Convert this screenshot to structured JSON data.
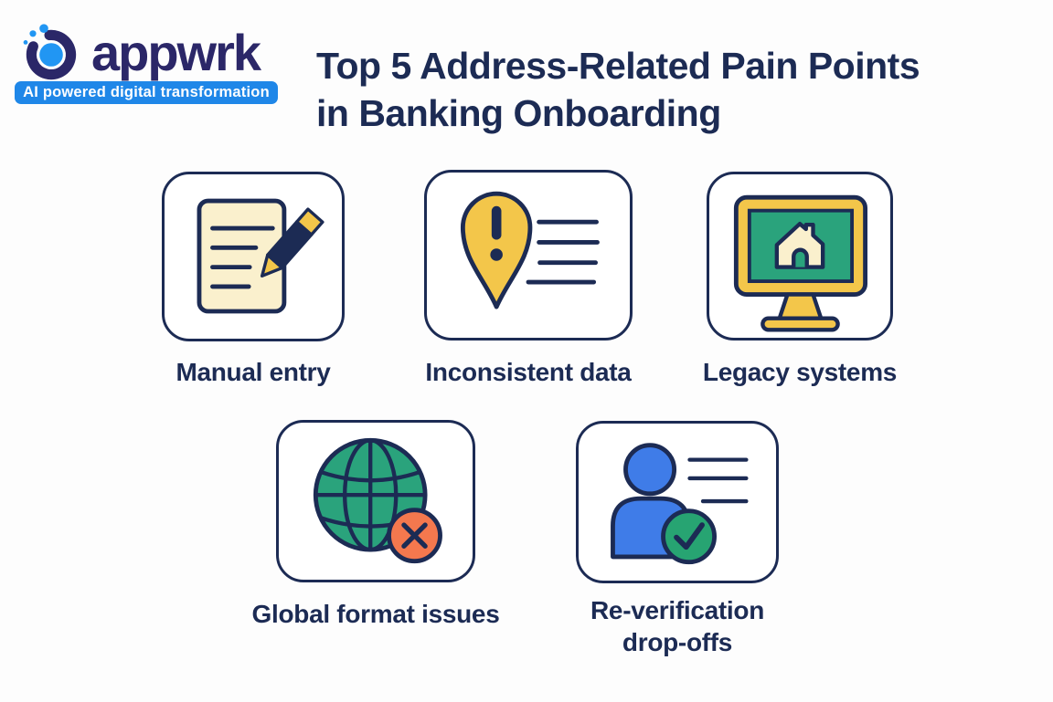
{
  "header": {
    "brand": "appwrk",
    "tagline": "AI powered digital transformation"
  },
  "title": {
    "line1": "Top 5 Address-Related Pain Points",
    "line2": "in Banking Onboarding"
  },
  "cards": [
    {
      "label": "Manual entry",
      "icon": "document-pencil-icon"
    },
    {
      "label": "Inconsistent data",
      "icon": "map-pin-alert-icon"
    },
    {
      "label": "Legacy systems",
      "icon": "monitor-house-icon"
    },
    {
      "label": "Global format issues",
      "icon": "globe-error-icon"
    },
    {
      "label": "Re-verification drop-offs",
      "icon": "user-verified-icon"
    }
  ],
  "colors": {
    "navy": "#1c2b54",
    "logo_navy": "#2b2768",
    "logo_blue": "#2196f3",
    "tagline_bg": "#1f87e8",
    "yellow": "#f3c64a",
    "cream": "#faf0cd",
    "green": "#2aa37c",
    "check_green": "#27a472",
    "orange": "#f4784e",
    "person_blue": "#3f7ce8",
    "background": "#fdfdfd"
  }
}
